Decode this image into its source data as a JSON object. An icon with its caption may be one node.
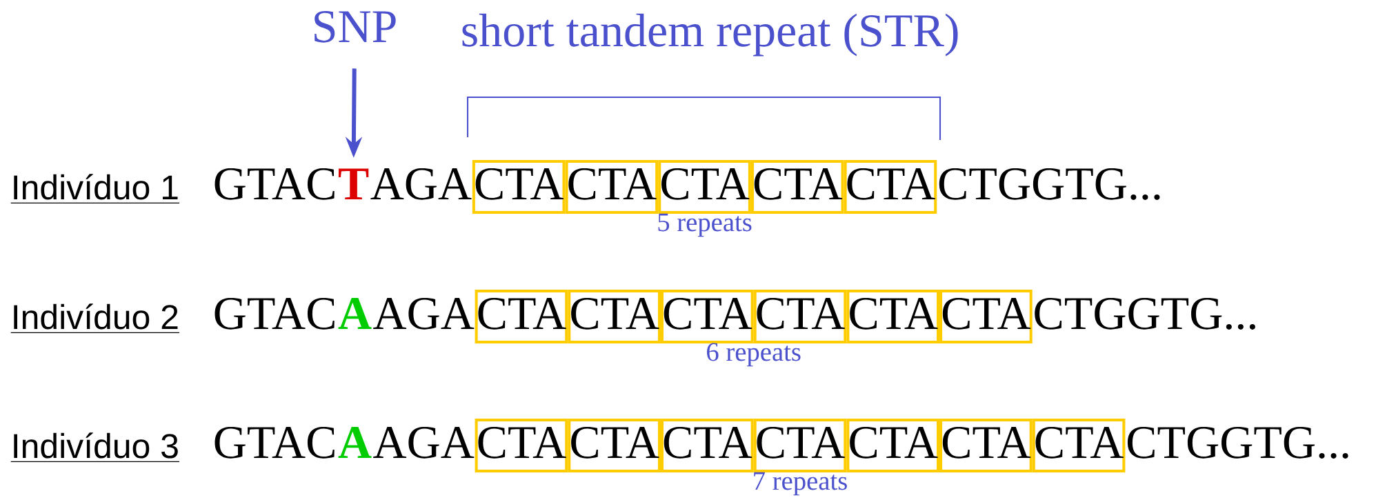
{
  "diagram": {
    "nodes": [
      {
        "text": [
          "SNP"
        ]
      },
      {
        "text": [
          "T"
        ]
      },
      {
        "text": [
          "CTA"
        ]
      },
      {
        "text": [
          "CTA"
        ]
      },
      {
        "text": [
          "CTA"
        ]
      },
      {
        "text": [
          "CTA"
        ]
      },
      {
        "text": [
          "CTA"
        ]
      },
      {
        "text": [
          "CTA"
        ]
      },
      {
        "text": [
          "CTA"
        ]
      },
      {
        "text": [
          "CTA"
        ]
      },
      {
        "text": [
          "CTA"
        ]
      },
      {
        "text": [
          "CTA"
        ]
      },
      {
        "text": [
          "CTA"
        ]
      },
      {
        "text": [
          "CTA"
        ]
      },
      {
        "text": [
          "CTA"
        ]
      },
      {
        "text": [
          "CTA"
        ]
      },
      {
        "text": [
          "CTA"
        ]
      },
      {
        "text": [
          "CTA"
        ]
      },
      {
        "text": [
          "CTA"
        ]
      },
      {
        "text": [
          "CTA"
        ]
      }
    ],
    "edges": [
      {
        "from": 0,
        "to": 1,
        "arrow": "to"
      }
    ],
    "labels": [
      "short tandem repeat (STR)",
      "Indivíduo 1",
      "GTAC",
      "AGA",
      "CTGGTG...",
      "5 repeats",
      "Indivíduo 2",
      "GTAC",
      "A",
      "AGA",
      "CTGGTG...",
      "6 repeats",
      "Indivíduo 3",
      "GTAC",
      "A",
      "AGA",
      "CTGGTG...",
      "7 repeats"
    ]
  }
}
